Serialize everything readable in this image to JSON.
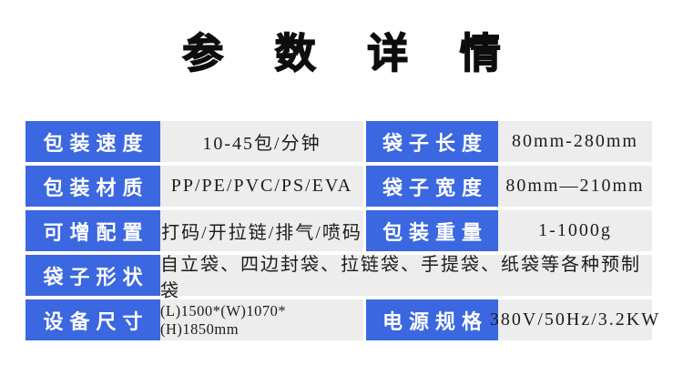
{
  "page": {
    "title": "参 数 详 情"
  },
  "colors": {
    "accent_blue": "#3b67e0",
    "value_background": "#ededed",
    "label_text": "#ffffff",
    "value_text": "#1c1c1c",
    "title_text": "#0d0d0d"
  },
  "table": {
    "rows": [
      {
        "cells": {
          "l1": "包装速度",
          "v1": "10-45包/分钟",
          "l2": "袋子长度",
          "v2": "80mm-280mm"
        }
      },
      {
        "cells": {
          "l1": "包装材质",
          "v1": "PP/PE/PVC/PS/EVA",
          "l2": "袋子宽度",
          "v2": "80mm—210mm"
        }
      },
      {
        "cells": {
          "l1": "可增配置",
          "v1": "打码/开拉链/排气/喷码",
          "l2": "包装重量",
          "v2": "1-1000g"
        }
      },
      {
        "cells": {
          "l1": "袋子形状",
          "v1": "自立袋、四边封袋、拉链袋、手提袋、纸袋等各种预制袋"
        }
      },
      {
        "cells": {
          "l1": "设备尺寸",
          "v1": "(L)1500*(W)1070*(H)1850mm",
          "l2": "电源规格",
          "v2": "380V/50Hz/3.2KW"
        }
      }
    ]
  }
}
